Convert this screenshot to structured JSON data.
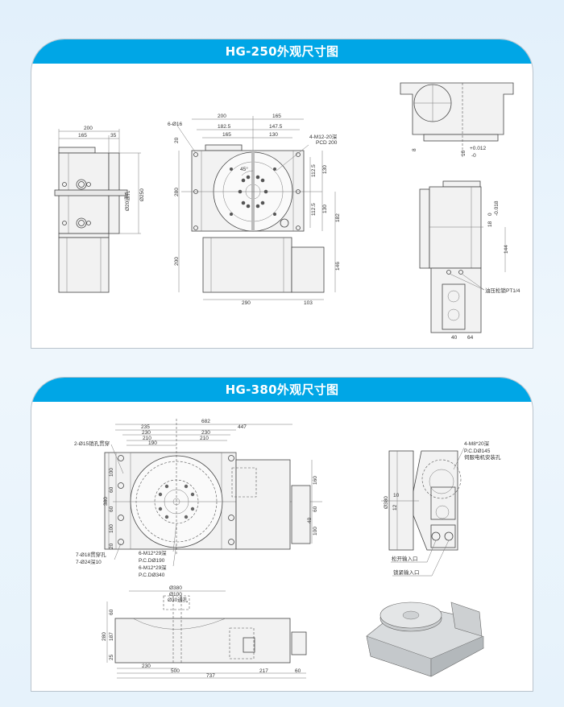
{
  "hg250": {
    "title": "HG-250外观尺寸图",
    "side": {
      "d200": "200",
      "d165": "165",
      "d35": "35",
      "dia250": "Ø250",
      "through": "Ø20通孔"
    },
    "front": {
      "holes": "6-Ø16",
      "top200": "200",
      "top165": "165",
      "d1825": "182.5",
      "d1475": "147.5",
      "d165b": "165",
      "d130": "130",
      "tap": "4-M12-20深",
      "pcd": "PCD 200",
      "angle": "45°",
      "d20": "20",
      "d280": "280",
      "d200v": "200",
      "d1125a": "112.5",
      "d1125b": "112.5",
      "d130a": "130",
      "d130b": "130",
      "d182": "182",
      "d146": "146",
      "d290": "290",
      "d103": "103"
    },
    "top": {
      "d8": "8",
      "d10": "10",
      "tol_plus": "+0.012",
      "tol_minus": "-0"
    },
    "right": {
      "d18": "18",
      "tol0": "0",
      "tol_minus": "-0.018",
      "d144": "144",
      "port": "油压松锁PT1/4",
      "d40": "40",
      "d64": "64"
    }
  },
  "hg380": {
    "title": "HG-380外观尺寸图",
    "front": {
      "d682": "682",
      "d235": "235",
      "d447": "447",
      "d230a": "230",
      "d230b": "230",
      "d210a": "210",
      "d210b": "210",
      "d190": "190",
      "pin": "2-Ø15销孔贯穿",
      "thru1": "7-Ø18贯穿孔",
      "thru2": "7-Ø24深10",
      "tap1": "6-M12*29深",
      "pcd1": "P.C.DØ190",
      "tap2": "6-M12*29深",
      "pcd2": "P.C.DØ340",
      "v100a": "100",
      "v60a": "60",
      "v60b": "60",
      "v100b": "100",
      "v20": "20",
      "v380": "380",
      "r160": "160",
      "r60": "60",
      "r40": "40",
      "r100": "100"
    },
    "side": {
      "tap": "4-M8*20深",
      "pcd": "P.C.DØ145",
      "note": "伺服电机安装孔",
      "dia380": "Ø380",
      "d10": "10",
      "d12": "12",
      "release": "松开输入口",
      "lock": "锁紧输入口"
    },
    "bottom": {
      "dia380": "Ø380",
      "dia100": "Ø100",
      "dia30": "Ø30通孔",
      "v60": "60",
      "v280": "280",
      "v187": "187",
      "v25": "25",
      "d230": "230",
      "d500": "500",
      "d217": "217",
      "d60": "60",
      "d737": "737"
    }
  }
}
